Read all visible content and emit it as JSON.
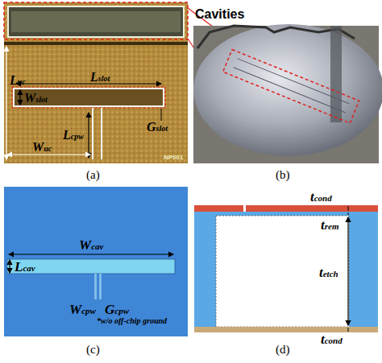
{
  "diagram": {
    "labels": [
      "Cavities",
      "Luc",
      "Lslot",
      "Wslot",
      "Gslot",
      "Lcpw",
      "Wuc",
      "NP001",
      "(a)",
      "(b)",
      "Wcav",
      "Lcav",
      "Wcpw",
      "Gcpw",
      "*w/o off-chip ground",
      "(c)",
      "tcond",
      "trem",
      "tetch",
      "tcond",
      "(d)"
    ]
  }
}
